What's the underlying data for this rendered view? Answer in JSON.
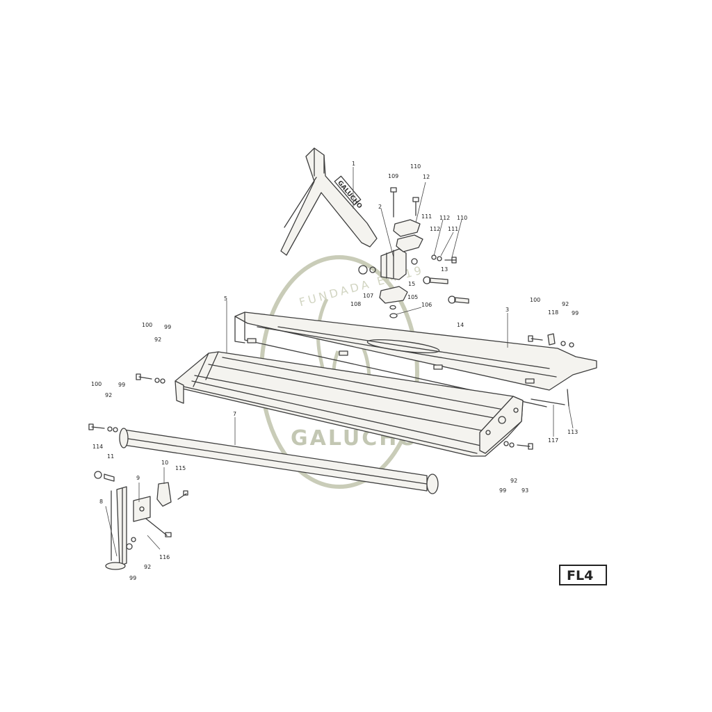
{
  "watermark": {
    "brand": "GALUCHO",
    "motto": "FUNDADA EM 19"
  },
  "frame_lettering": "GALUCHO",
  "sheet_code": "FL4",
  "labels": {
    "l1": "1",
    "l2": "2",
    "l109": "109",
    "l110a": "110",
    "l12": "12",
    "l111a": "111",
    "l112a": "112",
    "l110b": "110",
    "l112b": "112",
    "l111b": "111",
    "l13": "13",
    "l15": "15",
    "l108": "108",
    "l107": "107",
    "l105": "105",
    "l106": "106",
    "l14": "14",
    "l5": "5",
    "l3": "3",
    "l100a": "100",
    "l118": "118",
    "l92a": "92",
    "l99a": "99",
    "l100b": "100",
    "l92b": "92",
    "l99b": "99",
    "l100c": "100",
    "l92c": "92",
    "l99c": "99",
    "l7": "7",
    "l117": "117",
    "l113": "113",
    "l99d": "99",
    "l92d": "92",
    "l93": "93",
    "l114": "114",
    "l11": "11",
    "l8": "8",
    "l9": "9",
    "l10": "10",
    "l115": "115",
    "l116": "116",
    "l92e": "92",
    "l99e": "99"
  }
}
